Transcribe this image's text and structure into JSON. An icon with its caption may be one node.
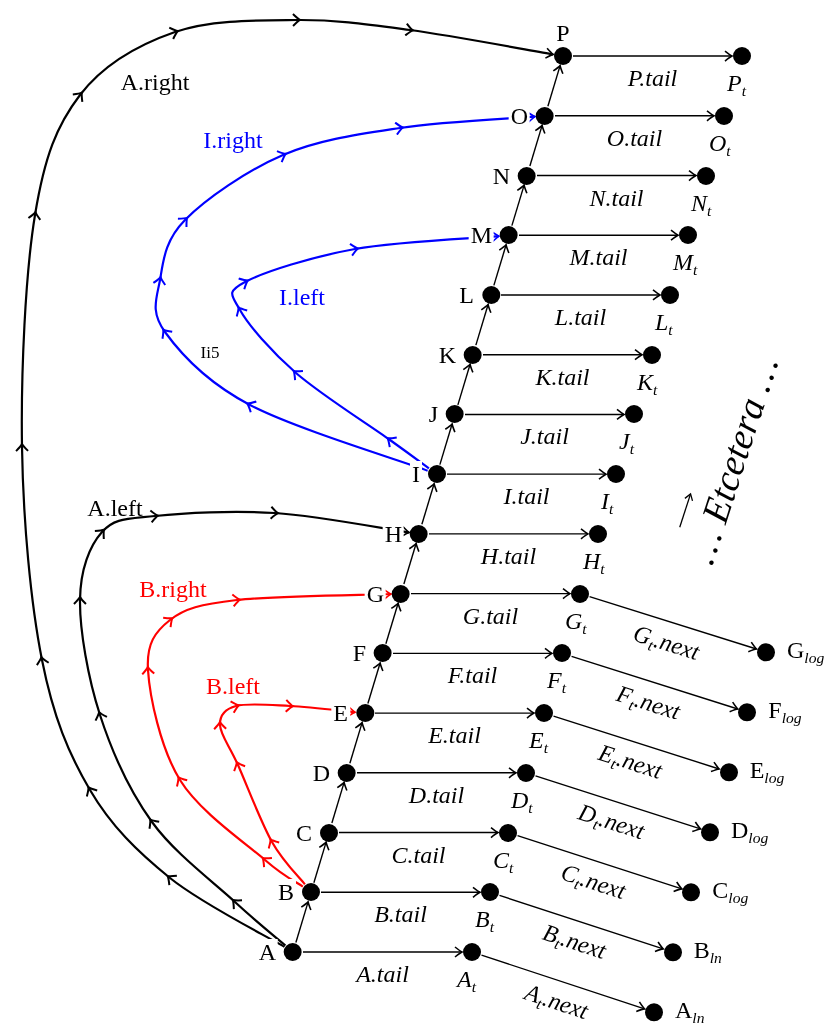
{
  "diagram": {
    "nodes": [
      {
        "text": [
          "A"
        ]
      },
      {
        "text": [
          "B"
        ]
      },
      {
        "text": [
          "C"
        ]
      },
      {
        "text": [
          "D"
        ]
      },
      {
        "text": [
          "E"
        ]
      },
      {
        "text": [
          "F"
        ]
      },
      {
        "text": [
          "G"
        ]
      },
      {
        "text": [
          "H"
        ]
      },
      {
        "text": [
          "I"
        ]
      },
      {
        "text": [
          "J"
        ]
      },
      {
        "text": [
          "K"
        ]
      },
      {
        "text": [
          "L"
        ]
      },
      {
        "text": [
          "M"
        ]
      },
      {
        "text": [
          "N"
        ]
      },
      {
        "text": [
          "O"
        ]
      },
      {
        "text": [
          "P"
        ]
      },
      {
        "text": [
          "A$_{t}$"
        ]
      },
      {
        "text": [
          "B$_{t}$"
        ]
      },
      {
        "text": [
          "C$_{t}$"
        ]
      },
      {
        "text": [
          "D$_{t}$"
        ]
      },
      {
        "text": [
          "E$_{t}$"
        ]
      },
      {
        "text": [
          "F$_{t}$"
        ]
      },
      {
        "text": [
          "G$_{t}$"
        ]
      },
      {
        "text": [
          "H$_{t}$"
        ]
      },
      {
        "text": [
          "I$_{t}$"
        ]
      },
      {
        "text": [
          "J$_{t}$"
        ]
      },
      {
        "text": [
          "K$_{t}$"
        ]
      },
      {
        "text": [
          "L$_{t}$"
        ]
      },
      {
        "text": [
          "M$_{t}$"
        ]
      },
      {
        "text": [
          "N$_{t}$"
        ]
      },
      {
        "text": [
          "O$_{t}$"
        ]
      },
      {
        "text": [
          "P$_{t}$"
        ]
      },
      {
        "text": [
          "A$_{ln}$"
        ]
      },
      {
        "text": [
          "B$_{ln}$"
        ]
      },
      {
        "text": [
          "C$_{log}$"
        ]
      },
      {
        "text": [
          "D$_{log}$"
        ]
      },
      {
        "text": [
          "E$_{log}$"
        ]
      },
      {
        "text": [
          "F$_{log}$"
        ]
      },
      {
        "text": [
          "G$_{log}$"
        ]
      }
    ],
    "edges": [
      {
        "from": 0,
        "to": 1,
        "arrow": "to"
      },
      {
        "from": 1,
        "to": 2,
        "arrow": "to"
      },
      {
        "from": 2,
        "to": 3,
        "arrow": "to"
      },
      {
        "from": 3,
        "to": 4,
        "arrow": "to"
      },
      {
        "from": 4,
        "to": 5,
        "arrow": "to"
      },
      {
        "from": 5,
        "to": 6,
        "arrow": "to"
      },
      {
        "from": 6,
        "to": 7,
        "arrow": "to"
      },
      {
        "from": 7,
        "to": 8,
        "arrow": "to"
      },
      {
        "from": 8,
        "to": 9,
        "arrow": "to"
      },
      {
        "from": 9,
        "to": 10,
        "arrow": "to"
      },
      {
        "from": 10,
        "to": 11,
        "arrow": "to"
      },
      {
        "from": 11,
        "to": 12,
        "arrow": "to"
      },
      {
        "from": 12,
        "to": 13,
        "arrow": "to"
      },
      {
        "from": 13,
        "to": 14,
        "arrow": "to"
      },
      {
        "from": 14,
        "to": 15,
        "arrow": "to"
      },
      {
        "from": 0,
        "to": 16,
        "arrow": "to",
        "label": "A.tail"
      },
      {
        "from": 1,
        "to": 17,
        "arrow": "to",
        "label": "B.tail"
      },
      {
        "from": 2,
        "to": 18,
        "arrow": "to",
        "label": "C.tail"
      },
      {
        "from": 3,
        "to": 19,
        "arrow": "to",
        "label": "D.tail"
      },
      {
        "from": 4,
        "to": 20,
        "arrow": "to",
        "label": "E.tail"
      },
      {
        "from": 5,
        "to": 21,
        "arrow": "to",
        "label": "F.tail"
      },
      {
        "from": 6,
        "to": 22,
        "arrow": "to",
        "label": "G.tail"
      },
      {
        "from": 7,
        "to": 23,
        "arrow": "to",
        "label": "H.tail"
      },
      {
        "from": 8,
        "to": 24,
        "arrow": "to",
        "label": "I.tail"
      },
      {
        "from": 9,
        "to": 25,
        "arrow": "to",
        "label": "J.tail"
      },
      {
        "from": 10,
        "to": 26,
        "arrow": "to",
        "label": "K.tail"
      },
      {
        "from": 11,
        "to": 27,
        "arrow": "to",
        "label": "L.tail"
      },
      {
        "from": 12,
        "to": 28,
        "arrow": "to",
        "label": "M.tail"
      },
      {
        "from": 13,
        "to": 29,
        "arrow": "to",
        "label": "N.tail"
      },
      {
        "from": 14,
        "to": 30,
        "arrow": "to",
        "label": "O.tail"
      },
      {
        "from": 15,
        "to": 31,
        "arrow": "to",
        "label": "P.tail"
      },
      {
        "from": 16,
        "to": 32,
        "arrow": "to",
        "label": "A$_{t}$.next"
      },
      {
        "from": 17,
        "to": 33,
        "arrow": "to",
        "label": "B$_{t}$.next"
      },
      {
        "from": 18,
        "to": 34,
        "arrow": "to",
        "label": "C$_{t}$.next"
      },
      {
        "from": 19,
        "to": 35,
        "arrow": "to",
        "label": "D$_{t}$.next"
      },
      {
        "from": 20,
        "to": 36,
        "arrow": "to",
        "label": "E$_{t}$.next"
      },
      {
        "from": 21,
        "to": 37,
        "arrow": "to",
        "label": "F$_{t}$.next"
      },
      {
        "from": 22,
        "to": 38,
        "arrow": "to",
        "label": "G$_{t}$.next"
      },
      {
        "from": 0,
        "to": 15,
        "arrow": "to",
        "label": "A.right"
      },
      {
        "from": 0,
        "to": 7,
        "arrow": "to",
        "label": "A.left"
      },
      {
        "from": 1,
        "to": 6,
        "arrow": "to",
        "label": "B.right",
        "color": "#ff0000"
      },
      {
        "from": 1,
        "to": 4,
        "arrow": "to",
        "label": "B.left",
        "color": "#ff0000"
      },
      {
        "from": 8,
        "to": 14,
        "arrow": "to",
        "label": "I.right",
        "color": "#0000ff"
      },
      {
        "from": 8,
        "to": 12,
        "arrow": "to",
        "label": "I.left",
        "color": "#0000ff"
      }
    ],
    "labels": [
      "Ii5",
      "… Etcetera …"
    ]
  }
}
